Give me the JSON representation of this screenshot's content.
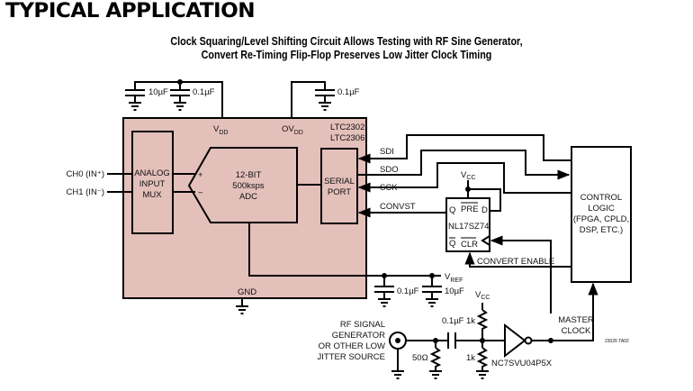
{
  "header": {
    "section_title": "TYPICAL APPLICATION",
    "subtitle_line1": "Clock Squaring/Level Shifting Circuit Allows Testing with RF Sine Generator,",
    "subtitle_line2": "Convert Re-Timing Flip-Flop Preserves Low Jitter Clock Timing"
  },
  "colors": {
    "chip_fill": "#e4c0bb",
    "line": "#000000",
    "background": "#ffffff"
  },
  "adc_chip": {
    "part_line1": "LTC2302",
    "part_line2": "LTC2306",
    "vdd_label": "V",
    "vdd_sub": "DD",
    "ovdd_label": "OV",
    "ovdd_sub": "DD",
    "gnd_label": "GND",
    "mux": {
      "line1": "ANALOG",
      "line2": "INPUT",
      "line3": "MUX"
    },
    "adc": {
      "line1": "12-BIT",
      "line2": "500ksps",
      "line3": "ADC",
      "plus": "+",
      "minus": "−"
    },
    "serial_port": {
      "line1": "SERIAL",
      "line2": "PORT"
    }
  },
  "inputs": {
    "ch0": "CH0 (IN⁺)",
    "ch1": "CH1 (IN⁻)"
  },
  "capacitors": {
    "vdd_bulk": "10µF",
    "vdd_bypass": "0.1µF",
    "ovdd_bypass": "0.1µF",
    "vref_bypass": "0.1µF",
    "vref_bulk": "10µF",
    "coupling": "0.1µF"
  },
  "signals": {
    "sdi": "SDI",
    "sdo": "SDO",
    "sck": "SCK",
    "convst": "CONVST",
    "convert_enable": "CONVERT ENABLE",
    "vref_label": "V",
    "vref_sub": "REF",
    "vcc_label": "V",
    "vcc_sub": "CC"
  },
  "flip_flop": {
    "part": "NL17SZ74",
    "q": "Q",
    "qbar": "Q",
    "pre": "PRE",
    "d": "D",
    "clr": "CLR"
  },
  "control_logic": {
    "line1": "CONTROL",
    "line2": "LOGIC",
    "line3": "(FPGA, CPLD,",
    "line4": "DSP, ETC.)"
  },
  "rf_source": {
    "line1": "RF SIGNAL",
    "line2": "GENERATOR",
    "line3": "OR OTHER LOW",
    "line4": "JITTER SOURCE"
  },
  "resistors": {
    "termination": "50Ω",
    "bias_top": "1k",
    "bias_bottom": "1k"
  },
  "inverter": {
    "part": "NC7SVU04P5X"
  },
  "master_clock": {
    "line1": "MASTER",
    "line2": "CLOCK"
  },
  "figure_id": "23026 TA02"
}
